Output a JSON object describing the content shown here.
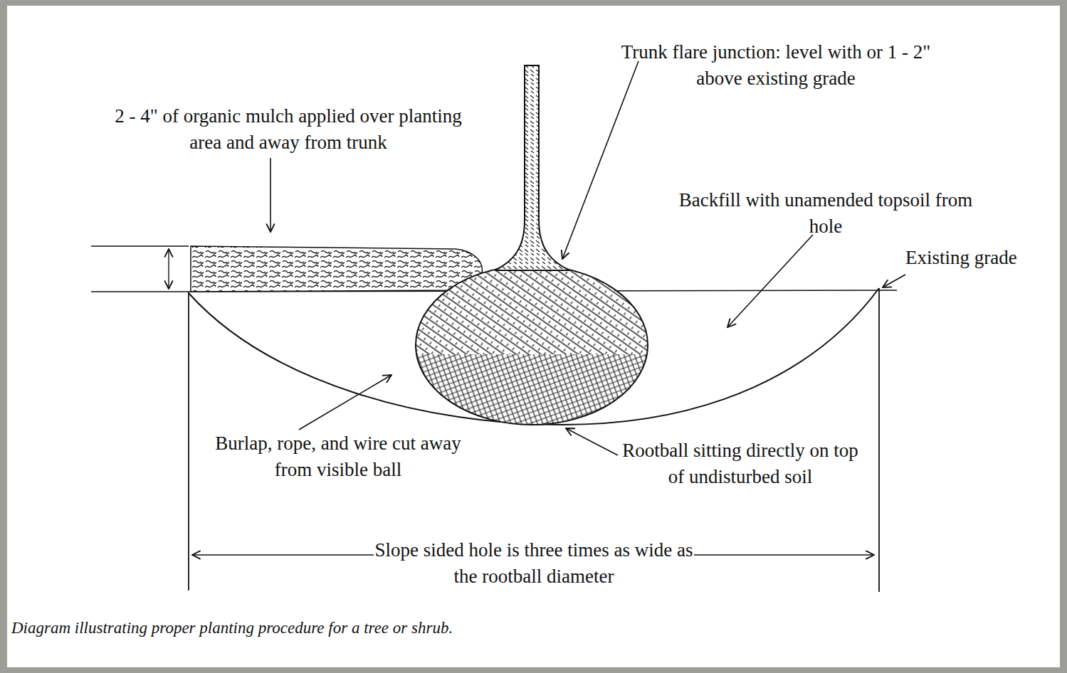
{
  "diagram": {
    "caption": "Diagram illustrating proper planting procedure for a tree or shrub.",
    "labels": [
      "2 - 4\" of organic mulch applied over planting area and away from trunk",
      "Trunk flare junction: level with or 1 - 2\" above existing grade",
      "Backfill with unamended topsoil from hole",
      "Existing grade",
      "Burlap, rope, and wire cut away from visible ball",
      "Rootball sitting directly on top of undisturbed soil",
      "Slope sided hole is three times as wide as the rootball diameter"
    ]
  }
}
